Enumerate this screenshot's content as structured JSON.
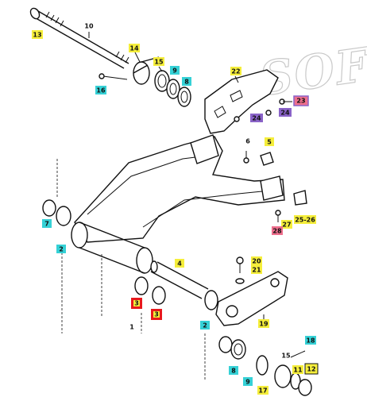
{
  "watermark": "SOFT-W",
  "colors": {
    "yellow": "#f5ee3b",
    "cyan": "#35d1d6",
    "pink": "#ee6f8d",
    "purple": "#8a63c8",
    "red": "#e8191c",
    "dark": "#111111"
  },
  "callouts": [
    {
      "id": "c13",
      "text": "13",
      "color": "yellow"
    },
    {
      "id": "c10",
      "text": "10",
      "color": "none"
    },
    {
      "id": "c14",
      "text": "14",
      "color": "yellow"
    },
    {
      "id": "c15",
      "text": "15",
      "color": "yellow"
    },
    {
      "id": "c9a",
      "text": "9",
      "color": "cyan"
    },
    {
      "id": "c8a",
      "text": "8",
      "color": "cyan"
    },
    {
      "id": "c16",
      "text": "16",
      "color": "cyan"
    },
    {
      "id": "c22",
      "text": "22",
      "color": "yellow"
    },
    {
      "id": "c23",
      "text": "23",
      "color": "pink"
    },
    {
      "id": "c24a",
      "text": "24",
      "color": "purple"
    },
    {
      "id": "c24b",
      "text": "24",
      "color": "purple"
    },
    {
      "id": "c6",
      "text": "6",
      "color": "none"
    },
    {
      "id": "c5",
      "text": "5",
      "color": "yellow"
    },
    {
      "id": "c7",
      "text": "7",
      "color": "cyan"
    },
    {
      "id": "c2a",
      "text": "2",
      "color": "cyan"
    },
    {
      "id": "c2526",
      "text": "25-26",
      "color": "yellow"
    },
    {
      "id": "c27",
      "text": "27",
      "color": "yellow"
    },
    {
      "id": "c28",
      "text": "28",
      "color": "pink"
    },
    {
      "id": "c4",
      "text": "4",
      "color": "yellow"
    },
    {
      "id": "c20",
      "text": "20",
      "color": "yellow"
    },
    {
      "id": "c21",
      "text": "21",
      "color": "yellow"
    },
    {
      "id": "c3a",
      "text": "3",
      "color": "red"
    },
    {
      "id": "c3b",
      "text": "3",
      "color": "red"
    },
    {
      "id": "c1",
      "text": "1",
      "color": "none"
    },
    {
      "id": "c2b",
      "text": "2",
      "color": "cyan"
    },
    {
      "id": "c19",
      "text": "19",
      "color": "yellow"
    },
    {
      "id": "c18",
      "text": "18",
      "color": "cyan"
    },
    {
      "id": "c15b",
      "text": "15",
      "color": "none"
    },
    {
      "id": "c11",
      "text": "11",
      "color": "yellow"
    },
    {
      "id": "c12",
      "text": "12",
      "color": "yellow"
    },
    {
      "id": "c8b",
      "text": "8",
      "color": "cyan"
    },
    {
      "id": "c9b",
      "text": "9",
      "color": "cyan"
    },
    {
      "id": "c17",
      "text": "17",
      "color": "yellow"
    }
  ]
}
